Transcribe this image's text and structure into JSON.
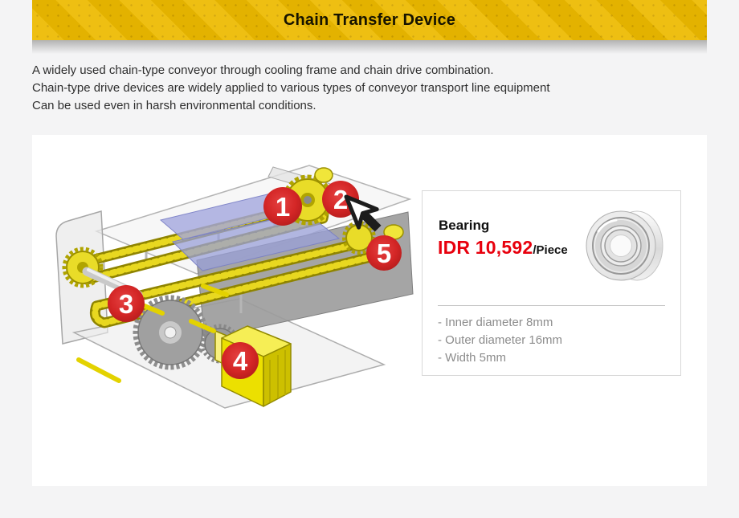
{
  "header": {
    "title": "Chain Transfer Device",
    "band_color": "#edba00"
  },
  "intro": {
    "lines": [
      "A widely used chain-type conveyor through cooling frame and chain drive combination.",
      "Chain-type drive devices are widely applied to various types of conveyor transport line equipment",
      "Can be used even in harsh environmental conditions."
    ]
  },
  "diagram": {
    "badges": [
      {
        "label": "1"
      },
      {
        "label": "2"
      },
      {
        "label": "3"
      },
      {
        "label": "4"
      },
      {
        "label": "5"
      }
    ],
    "cursor_icon": "pointer-arrow",
    "badge_color": "#d42626",
    "chain_color": "#e8d820",
    "motor_color": "#ece000"
  },
  "product_card": {
    "name": "Bearing",
    "price": "IDR 10,592",
    "unit": "/Piece",
    "price_color": "#e8000d",
    "image": "bearing-photo",
    "specs": [
      "- Inner diameter 8mm",
      "- Outer diameter 16mm",
      "- Width 5mm"
    ]
  }
}
